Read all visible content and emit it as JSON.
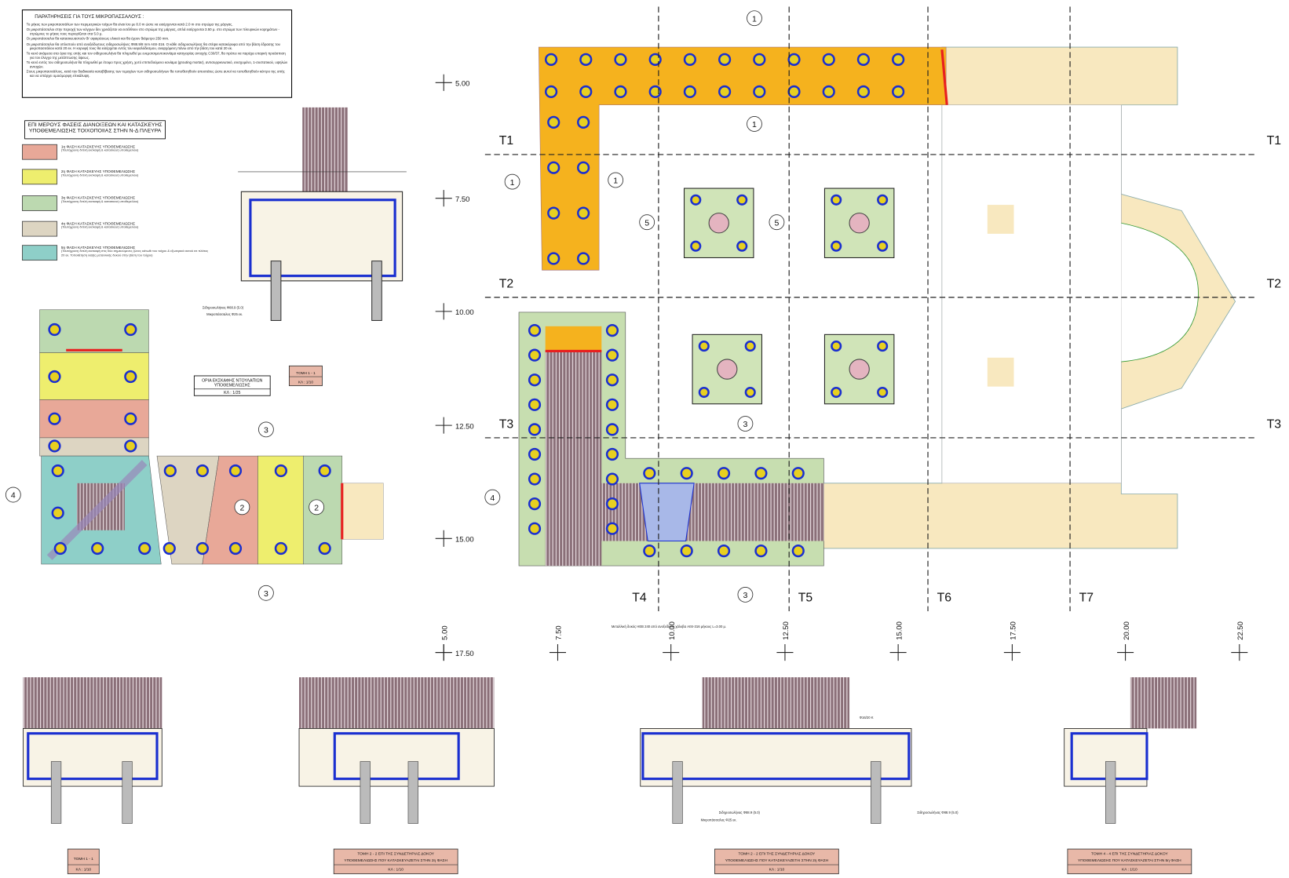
{
  "notes": {
    "title": "ΠΑΡΑΤΗΡΗΣΕΙΣ ΓΙΑ ΤΟΥΣ ΜΙΚΡΟΠΑΣΣΑΛΟΥΣ :",
    "items": [
      "Το μήκος των μικροπασσάλων των περιμετρικών τοίχων θα είναι ίσο με 8.0 m ώστε να εισέρχονται κατά 2.0 m στο στρώμα της μάργας.",
      "Οι μικροπάσσαλοι στην περιοχή των κόγχων δεν χρειάζεται να εισέλθουν στο στρώμα της μάργας, απλά εισέρχονται 3.50 μ. στο στρώμα των πλευρικών κορημάτων - στρώμνες το μήκος τους περιορίζεται στα 5.0 μ.",
      "Οι μικροπάσσαλοι θα κατασκευαστούν δι' αφαιρέσεως υλικού και θα έχουν διάμετρο 250 mm.",
      "Οι μικροπάσσαλοι θα οπλιστούν από ανοξείδωτους σιδηροσωλήνες Φ88.9/8 mm AISI-316. Ο κάθε σιδηροσωλήνας θα στέψει κατακόρυφα από την βάση έδρασης του μικροπασσάλου κατά 20 εκ. Η κορυφή τους θα εισέρχεται εντός του κεφαλόδεσμου, αναρχόμενη πάνω από την βάση του κατά 20 εκ.",
      "Το κενό ανάμεσα στα όρια της οπής και τον σιδηροσωλήνα θα πληρωθεί με ενεμοτσιμεντοκονίαμα κατηγορίας αντοχής C30/37, θα πρέπει να παρέχει επαρκή προάσπιση για τον έλεγχο της μετάπτωσης όψεως.",
      "Το κενό εντός του σιδηροσωλήνα θα πληρωθεί με έτοιμο προς χρήση, χυτό επιπεδούμενο κονίαμα (grouting mortar), αντισυρρικνωτικό, ενισχυμένο, 1-συστατικού, υψηλών αντοχών.",
      "Στους μικροπασσάλους, κατά την διαδικασία καταβίβασης των τεμαχίων των σιδηροσωλήνων θα τοποθετηθούν αποστάτες ώστε αυτοί να τοποθετηθούν κέντρο της οπής και να υπάρχει ομοιόμορφη επικάλυψη."
    ]
  },
  "legend": {
    "title": "ΕΠΙ ΜΕΡΟΥΣ ΦΑΣΕΙΣ ΔΙΑΝΟΙΞΕΩΝ ΚΑΙ ΚΑΤΑΣΚΕΥΗΣ ΥΠΟΘΕΜΕΛΙΩΣΗΣ ΤΟΙΧΟΠΟΙΙΑΣ ΣΤΗΝ Ν-Δ ΠΛΕΥΡΑ",
    "items": [
      {
        "label": "1η ΦΑΣΗ ΚΑΤΑΣΚΕΥΗΣ ΥΠΟΘΕΜΕΛΙΩΣΗΣ",
        "desc": "(Ταυτόχρονη διπλή εκσκαφή & κατασκευή υποθεμελίου)",
        "color": "#e8a898"
      },
      {
        "label": "2η ΦΑΣΗ ΚΑΤΑΣΚΕΥΗΣ ΥΠΟΘΕΜΕΛΙΩΣΗΣ",
        "desc": "(Ταυτόχρονη διπλή εκσκαφή & κατασκευή υποθεμελίου)",
        "color": "#eeee6e"
      },
      {
        "label": "3η ΦΑΣΗ ΚΑΤΑΣΚΕΥΗΣ ΥΠΟΘΕΜΕΛΙΩΣΗΣ",
        "desc": "(Ταυτόχρονη διπλή εκσκαφή & κατασκευή υποθεμελίου)",
        "color": "#bcd9b0"
      },
      {
        "label": "4η ΦΑΣΗ ΚΑΤΑΣΚΕΥΗΣ ΥΠΟΘΕΜΕΛΙΩΣΗΣ",
        "desc": "(Ταυτόχρονη διπλή εκσκαφή & κατασκευή υποθεμελίου)",
        "color": "#ddd5c2"
      },
      {
        "label": "5η ΦΑΣΗ ΚΑΤΑΣΚΕΥΗΣ ΥΠΟΘΕΜΕΛΙΩΣΗΣ",
        "desc": "(Ταυτόχρονη διπλή εκσκαφή στις δύο σημειούμενες ζώνες κάτωθι του τοίχου & εξωτερικά αυτού σε πλάτος 20 εκ. Τοποθέτηση λοξής μεταλλικής δοκού στην βάση του τοίχου)",
        "color": "#8ecfc8"
      }
    ]
  },
  "labels": {
    "excavation_limits": {
      "line1": "ΟΡΙΑ ΕΚΣΚΑΦΗΣ ΝΤΟΥΛΑΠΙΩΝ",
      "line2": "ΥΠΟΘΕΜΕΛΙΩΣΗΣ",
      "scale": "ΚΛ : 1/25"
    },
    "section_1_top": {
      "title": "ΤΟΜΗ 1 - 1",
      "scale": "ΚΛ : 1/10"
    }
  },
  "grid": {
    "sections": [
      "T1",
      "T2",
      "T3",
      "T4",
      "T5",
      "T6",
      "T7"
    ],
    "elevations_vertical": [
      "5.00",
      "7.50",
      "10.00",
      "12.50",
      "15.00",
      "17.50"
    ],
    "elevations_horizontal": [
      "5.00",
      "7.50",
      "10.00",
      "12.50",
      "15.00",
      "17.50",
      "20.00",
      "22.50"
    ],
    "cut_markers": [
      "1",
      "2",
      "3",
      "4",
      "5"
    ]
  },
  "sections": [
    {
      "title": "ΤΟΜΗ 1 - 1",
      "subtitle": "",
      "scale": "ΚΛ : 1/10"
    },
    {
      "title": "ΤΟΜΗ 2 - 2 ΕΠΙ ΤΗΣ ΣΥΝΔΕΤΗΡΙΑΣ ΔΟΚΟΥ",
      "subtitle": "ΥΠΟΘΕΜΕΛΙΩΣΗΣ ΠΟΥ ΚΑΤΑΣΚΕΥΑΖΕΤΑΙ ΣΤΗΝ 2η ΦΑΣΗ",
      "scale": "ΚΛ : 1/10"
    },
    {
      "title": "ΤΟΜΗ 2 - 2 ΕΠΙ ΤΗΣ ΣΥΝΔΕΤΗΡΙΑΣ ΔΟΚΟΥ",
      "subtitle": "ΥΠΟΘΕΜΕΛΙΩΣΗΣ ΠΟΥ ΚΑΤΑΣΚΕΥΑΖΕΤΑΙ ΣΤΗΝ 2η ΦΑΣΗ",
      "scale": "ΚΛ : 1/10"
    },
    {
      "title": "ΤΟΜΗ 4 - 4 ΕΠΙ ΤΗΣ ΣΥΝΔΕΤΗΡΙΑΣ ΔΟΚΟΥ",
      "subtitle": "ΥΠΟΘΕΜΕΛΙΩΣΗΣ ΠΟΥ ΚΑΤΑΣΚΕΥΑΖΕΤΑΙ ΣΤΗΝ 5η ΦΑΣΗ",
      "scale": "ΚΛ : 1/10"
    }
  ],
  "callouts": {
    "pipe": "Σιδηροσωλήνας Φ88.9 (5.0)",
    "pile": "Μικροπάσσαλος Φ25 εκ.",
    "rebar": "Φ16/20 Κ",
    "beam": "Μεταλλική δοκός HEB 240 από ανοξείδωτο χάλυβα AISI-316 μήκους L=3.00 μ."
  },
  "colors": {
    "orange": "#f5b21e",
    "building": "#f8e8bf",
    "rebar": "#1a2fd0",
    "red": "#e82020"
  }
}
